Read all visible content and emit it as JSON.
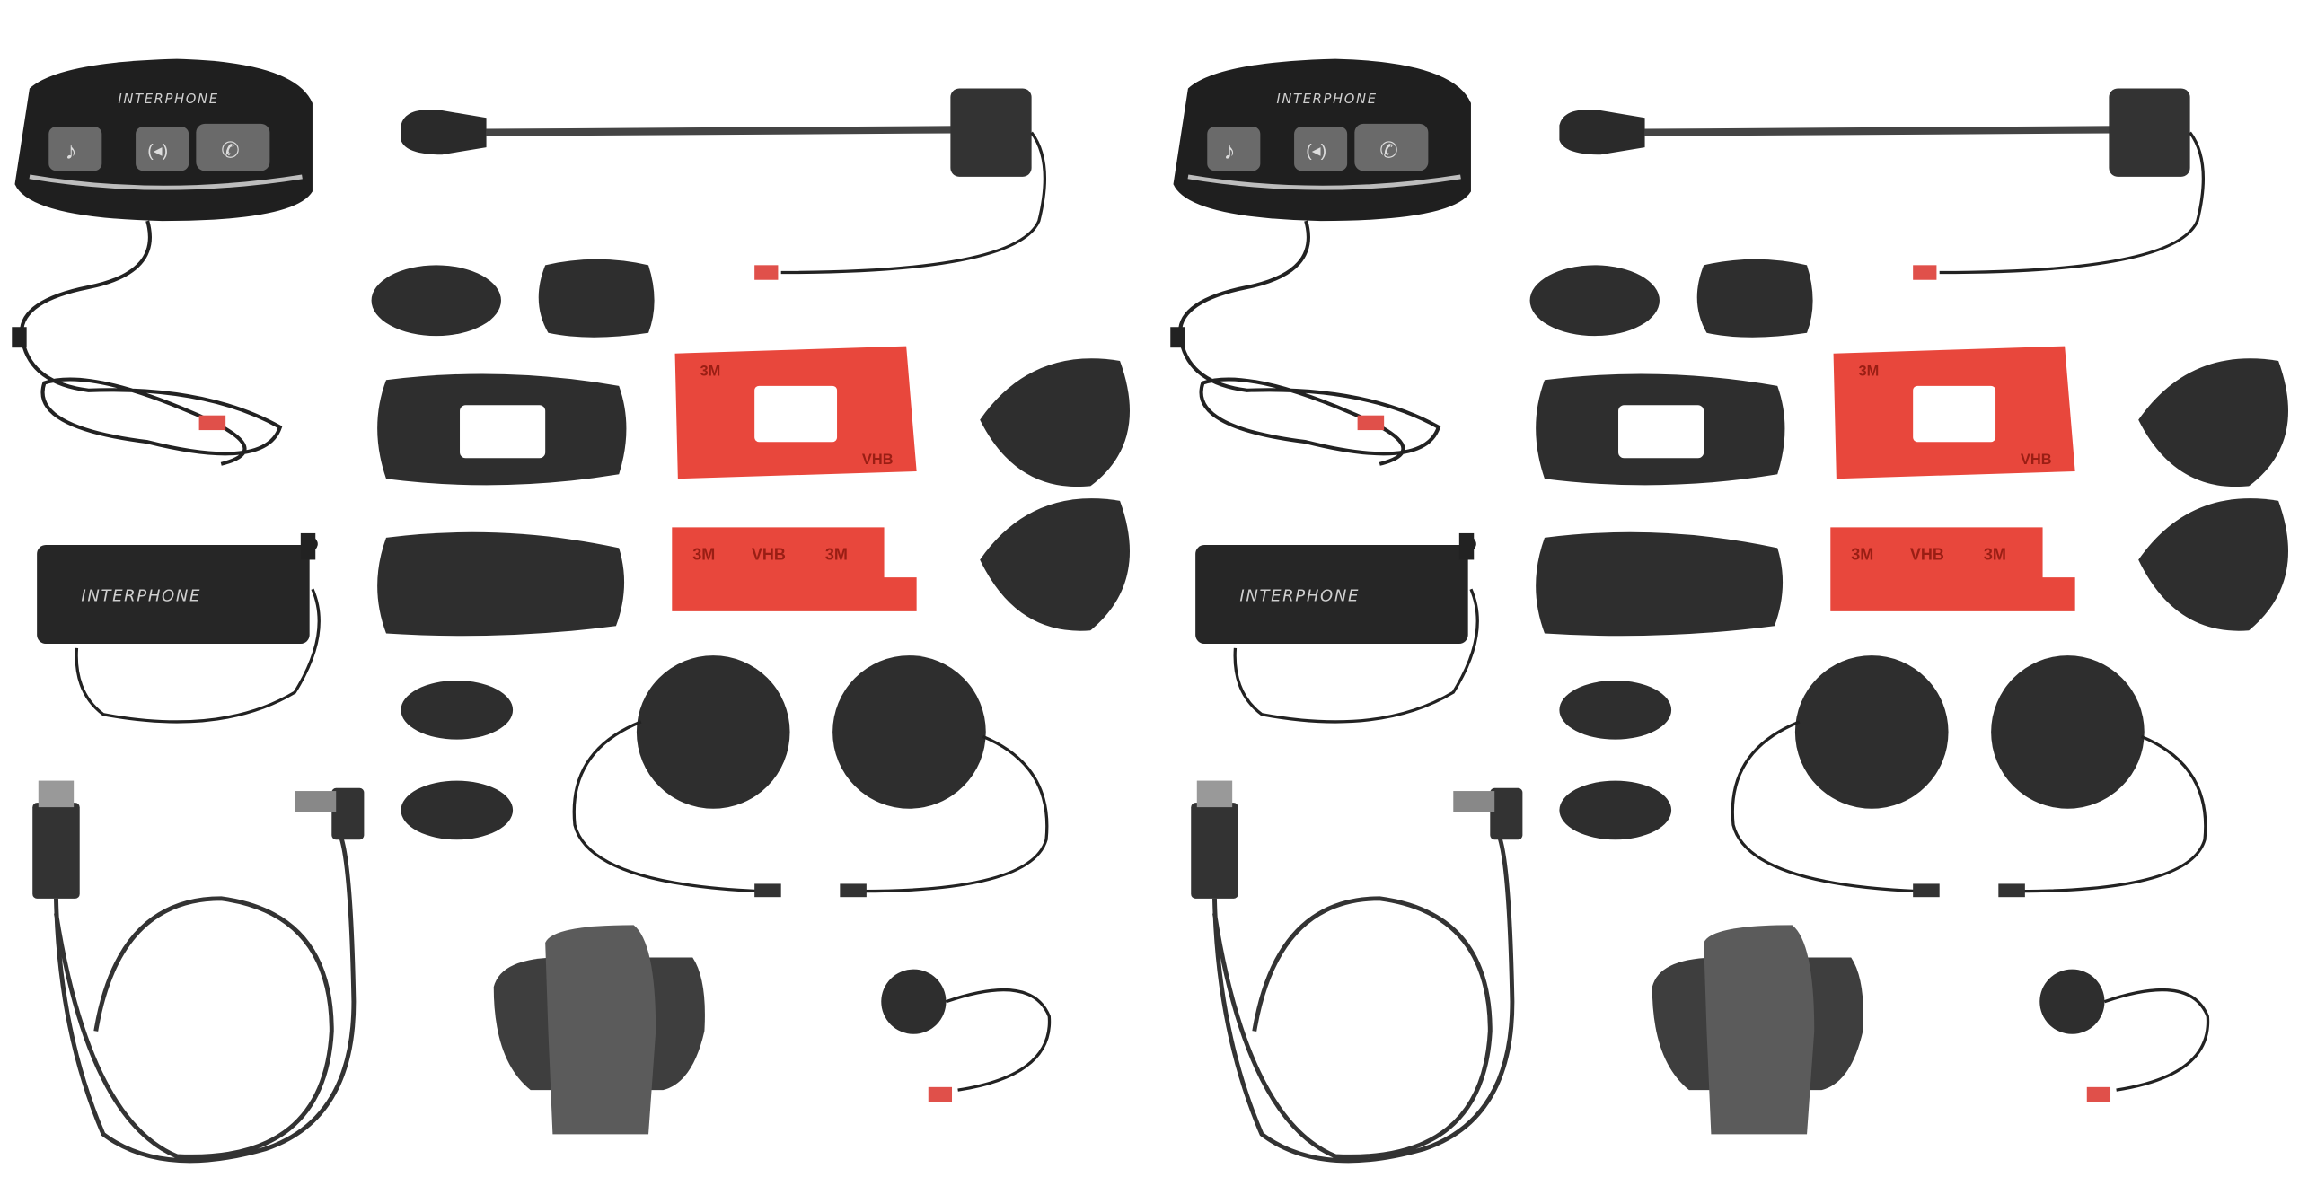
{
  "product": {
    "brand_logo": "INTERPHONE",
    "adhesive_marks": [
      "3M",
      "VHB"
    ],
    "button_icons": [
      "music-note-icon",
      "intercom-icon",
      "phone-icon"
    ],
    "kit_count": 2
  },
  "colors": {
    "foam": "#2e2e2e",
    "body": "#1f1f1f",
    "adhesive": "#e8473c",
    "connector": "#e0504a",
    "clip": "#5b5b5b",
    "background": "#ffffff"
  }
}
